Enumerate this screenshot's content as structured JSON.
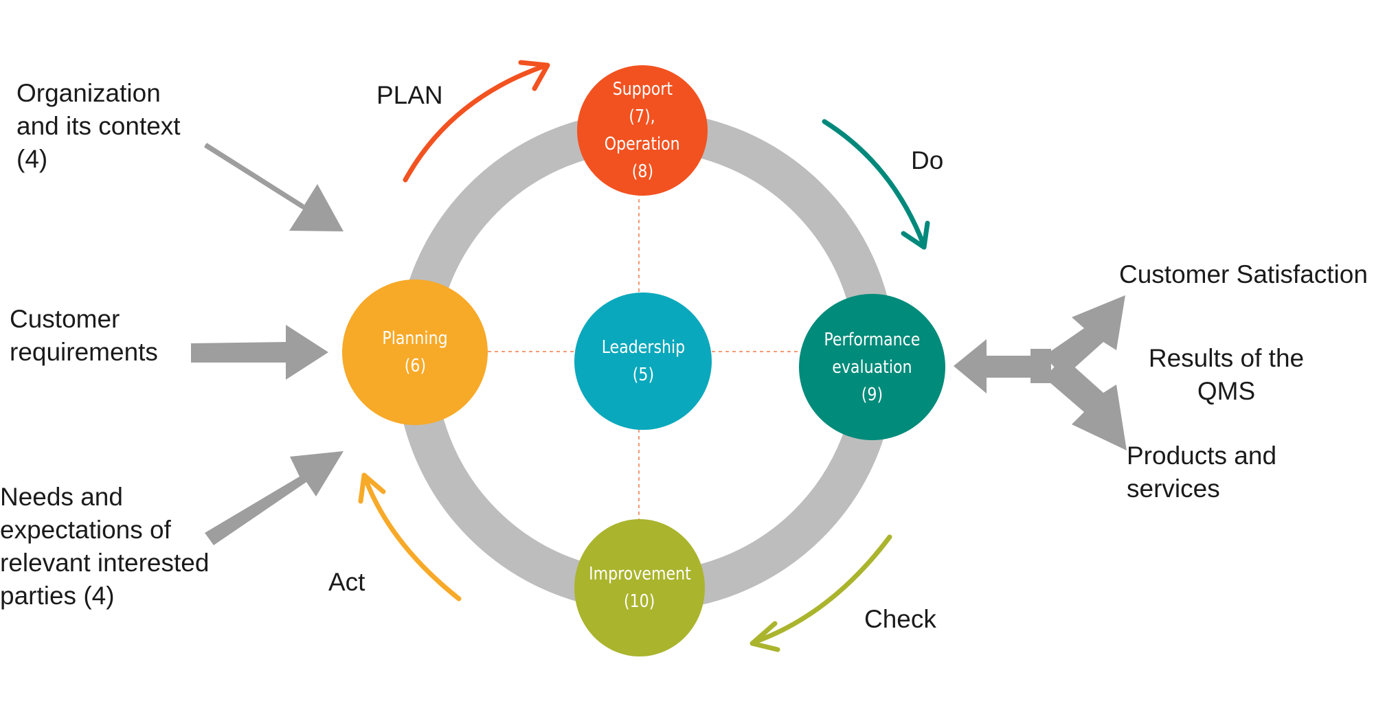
{
  "labels": {
    "org_context": "Organization\nand its context\n(4)",
    "customer_requirements": "Customer\nrequirements",
    "needs_expectations": "Needs and\nexpectations of\nrelevant interested\nparties (4)",
    "plan": "PLAN",
    "do": "Do",
    "check": "Check",
    "act": "Act",
    "customer_satisfaction": "Customer Satisfaction",
    "results_qms": "Results of the\nQMS",
    "products_services": "Products and services"
  },
  "nodes": {
    "support": {
      "lines": [
        "Support",
        "(7),",
        "Operation",
        "(8)"
      ],
      "color": "#f25220"
    },
    "planning": {
      "lines": [
        "Planning",
        "(6)"
      ],
      "color": "#f7a928"
    },
    "leadership": {
      "lines": [
        "Leadership",
        "(5)"
      ],
      "color": "#0aa8bc"
    },
    "performance": {
      "lines": [
        "Performance",
        "evaluation",
        "(9)"
      ],
      "color": "#008b7a"
    },
    "improvement": {
      "lines": [
        "Improvement",
        "(10)"
      ],
      "color": "#aab42d"
    }
  },
  "colors": {
    "ring": "#bdbdbd",
    "input_arrow": "#9e9e9e",
    "plan_arrow": "#f25220",
    "do_arrow": "#00897b",
    "check_arrow": "#aab42d",
    "act_arrow": "#f7a928",
    "dashed_line": "#f39a73"
  }
}
